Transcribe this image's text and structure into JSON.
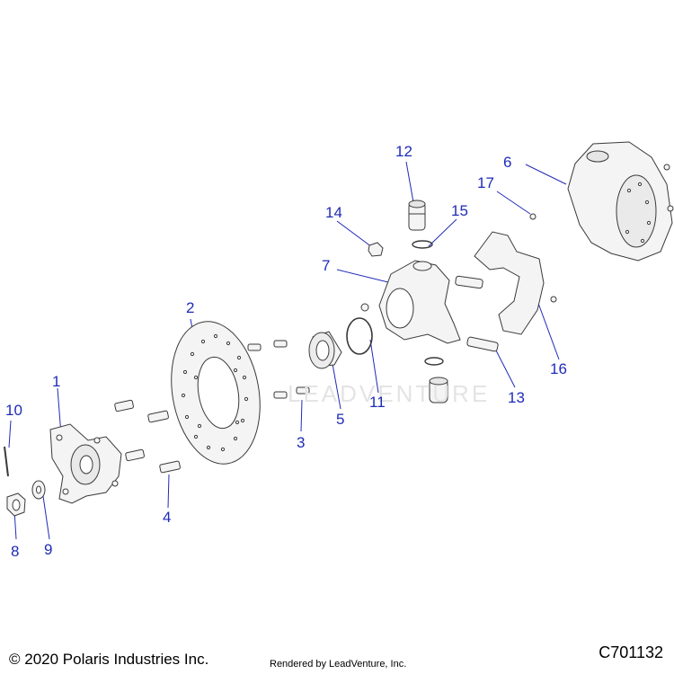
{
  "callouts": [
    {
      "id": "1",
      "label": "1"
    },
    {
      "id": "2",
      "label": "2"
    },
    {
      "id": "3",
      "label": "3"
    },
    {
      "id": "4",
      "label": "4"
    },
    {
      "id": "5",
      "label": "5"
    },
    {
      "id": "6",
      "label": "6"
    },
    {
      "id": "7",
      "label": "7"
    },
    {
      "id": "8",
      "label": "8"
    },
    {
      "id": "9",
      "label": "9"
    },
    {
      "id": "10",
      "label": "10"
    },
    {
      "id": "11",
      "label": "11"
    },
    {
      "id": "12",
      "label": "12"
    },
    {
      "id": "13",
      "label": "13"
    },
    {
      "id": "14",
      "label": "14"
    },
    {
      "id": "15",
      "label": "15"
    },
    {
      "id": "16",
      "label": "16"
    },
    {
      "id": "17",
      "label": "17"
    }
  ],
  "footer": {
    "copyright": "© 2020 Polaris Industries Inc.",
    "rendered_by": "Rendered by LeadVenture, Inc.",
    "diagram_code": "C701132"
  },
  "watermark": "LEADVENTURE",
  "colors": {
    "callout": "#1f2bb8",
    "part_line": "#3a3a3a",
    "part_fill": "#f4f4f4"
  }
}
